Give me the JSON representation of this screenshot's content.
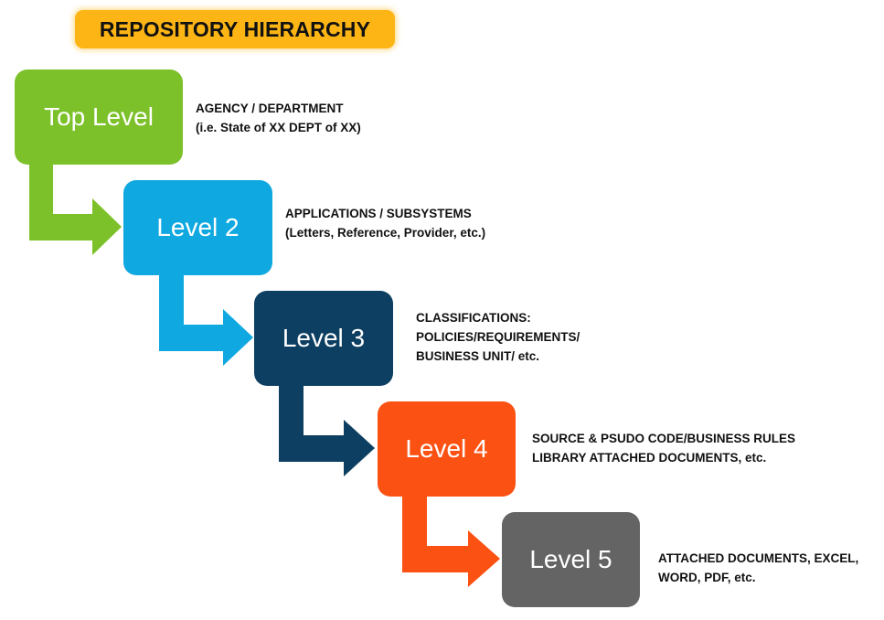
{
  "title": "REPOSITORY HIERARCHY",
  "levels": [
    {
      "label": "Top Level",
      "color": "#7dc12a",
      "desc": [
        "AGENCY / DEPARTMENT",
        "(i.e. State of XX DEPT of XX)"
      ]
    },
    {
      "label": "Level 2",
      "color": "#10a8e0",
      "desc": [
        "APPLICATIONS / SUBSYSTEMS",
        "(Letters, Reference, Provider, etc.)"
      ]
    },
    {
      "label": "Level 3",
      "color": "#0d3f62",
      "desc": [
        "CLASSIFICATIONS:",
        "POLICIES/REQUIREMENTS/",
        "BUSINESS UNIT/ etc."
      ]
    },
    {
      "label": "Level 4",
      "color": "#fb5214",
      "desc": [
        "SOURCE & PSUDO CODE/BUSINESS RULES",
        "LIBRARY ATTACHED DOCUMENTS, etc."
      ]
    },
    {
      "label": "Level 5",
      "color": "#646464",
      "desc": [
        "ATTACHED DOCUMENTS, EXCEL,",
        "WORD, PDF,  etc."
      ]
    }
  ]
}
